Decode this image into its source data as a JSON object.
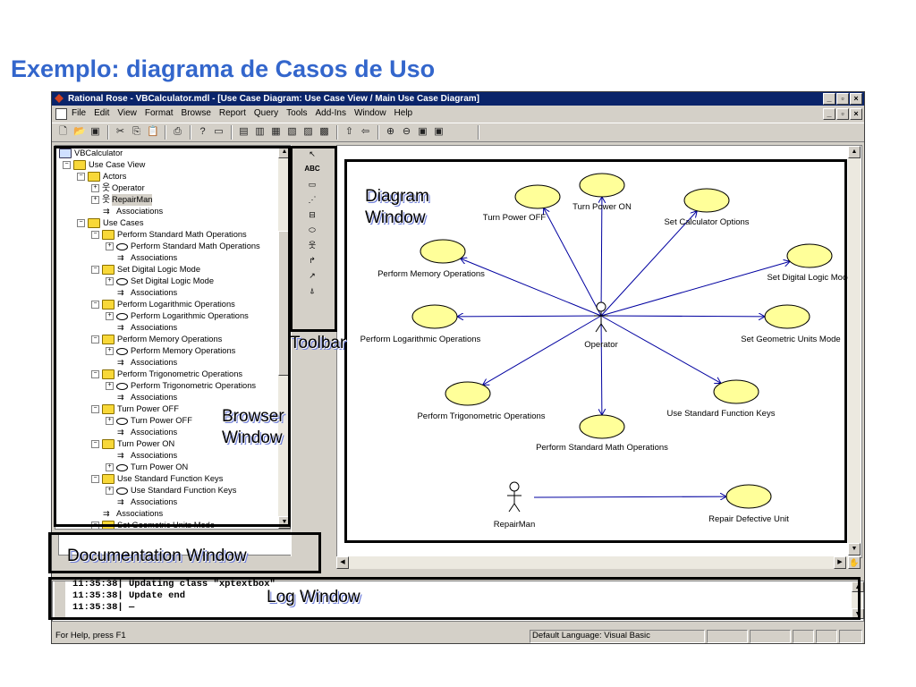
{
  "slide": {
    "title": "Exemplo: diagrama de Casos de Uso"
  },
  "window": {
    "title": "Rational Rose - VBCalculator.mdl - [Use Case Diagram: Use Case View / Main Use Case Diagram]",
    "controls": [
      "_",
      "▫",
      "×"
    ]
  },
  "menubar": {
    "items": [
      "File",
      "Edit",
      "View",
      "Format",
      "Browse",
      "Report",
      "Query",
      "Tools",
      "Add-Ins",
      "Window",
      "Help"
    ]
  },
  "toolbar": {
    "icons": [
      "new-icon",
      "open-icon",
      "save-icon",
      "cut-icon",
      "copy-icon",
      "paste-icon",
      "print-icon",
      "context-help-icon",
      "view-doc-icon",
      "browse-class-icon",
      "browse-interaction-icon",
      "browse-component-icon",
      "browse-deployment-icon",
      "browse-state-icon",
      "previous-diagram-icon",
      "back-icon",
      "zoom-in-icon",
      "zoom-out-icon",
      "fit-window-icon",
      "undo-fit-icon"
    ]
  },
  "browser": {
    "root": "VBCalculator",
    "use_case_view": "Use Case View",
    "actors_folder": "Actors",
    "actors": [
      "Operator",
      "RepairMan"
    ],
    "associations": "Associations",
    "use_cases_folder": "Use Cases",
    "packages": [
      {
        "name": "Perform Standard Math Operations",
        "uc": "Perform Standard Math Operations"
      },
      {
        "name": "Set Digital Logic Mode",
        "uc": "Set Digital Logic Mode"
      },
      {
        "name": "Perform Logarithmic Operations",
        "uc": "Perform Logarithmic Operations"
      },
      {
        "name": "Perform Memory Operations",
        "uc": "Perform Memory Operations"
      },
      {
        "name": "Perform Trigonometric Operations",
        "uc": "Perform Trigonometric Operations"
      },
      {
        "name": "Turn Power OFF",
        "uc": "Turn Power OFF"
      },
      {
        "name": "Turn Power ON",
        "uc": "Turn Power ON"
      },
      {
        "name": "Use Standard Function Keys",
        "uc": "Use Standard Function Keys"
      }
    ],
    "last_partial": "Set Geometric Units Mode"
  },
  "diagram": {
    "actors": {
      "operator": "Operator",
      "repairman": "RepairMan"
    },
    "use_cases": {
      "turn_power_off": "Turn Power OFF",
      "turn_power_on": "Turn Power ON",
      "set_calculator_options": "Set Calculator Options",
      "perform_memory_operations": "Perform Memory Operations",
      "set_digital_logic_mode": "Set Digital Logic Mode",
      "perform_logarithmic_operations": "Perform Logarithmic Operations",
      "set_geometric_units_mode": "Set Geometric Units Mode",
      "perform_trigonometric_operations": "Perform Trigonometric Operations",
      "use_standard_function_keys": "Use Standard Function Keys",
      "perform_standard_math_operations": "Perform Standard Math Operations",
      "repair_defective_unit": "Repair Defective Unit"
    },
    "use_case_fill": "#ffff99"
  },
  "log": {
    "lines": [
      "11:35:38|  Updating class \"xptextbox\"",
      "11:35:38|  Update end",
      "11:35:38|  —"
    ]
  },
  "status": {
    "help": "For Help, press F1",
    "language": "Default Language: Visual Basic"
  },
  "callouts": {
    "diagram_window": [
      "Diagram",
      "Window"
    ],
    "toolbar": "Toolbar",
    "browser_window": [
      "Browser",
      "Window"
    ],
    "documentation_window": "Documentation Window",
    "log_window": "Log Window"
  },
  "colors": {
    "title": "#3366cc",
    "titlebar": "#0a246a",
    "chrome": "#d4d0c8",
    "label_shadow": "#6d7dd8"
  }
}
